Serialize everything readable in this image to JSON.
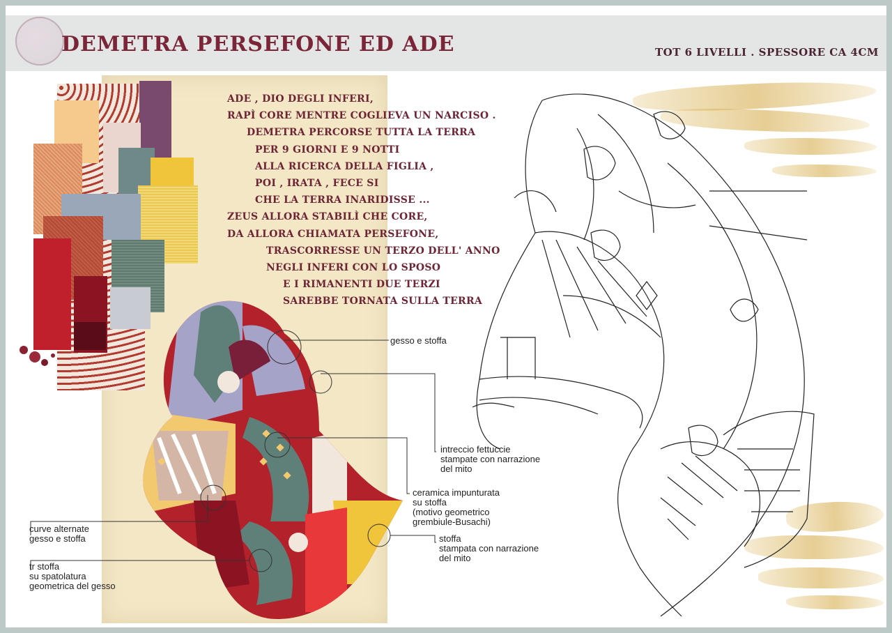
{
  "header": {
    "title": "DEMETRA PERSEFONE ED ADE",
    "subtitle": "TOT 6 LIVELLI . SPESSORE CA 4CM"
  },
  "poem": {
    "lines": [
      "ADE , DIO DEGLI INFERI,",
      "RAPÌ CORE MENTRE COGLIEVA UN NARCISO .",
      "DEMETRA PERCORSE TUTTA LA TERRA",
      "PER 9 GIORNI E 9 NOTTI",
      "ALLA RICERCA DELLA FIGLIA ,",
      "POI , IRATA , FECE SI",
      "CHE LA TERRA INARIDISSE ...",
      "ZEUS ALLORA STABILÌ CHE CORE,",
      "DA ALLORA CHIAMATA PERSEFONE,",
      "TRASCORRESSE UN TERZO DELL' ANNO",
      "NEGLI INFERI CON LO SPOSO",
      "E I RIMANENTI DUE TERZI",
      "SAREBBE TORNATA SULLA TERRA"
    ]
  },
  "annotations": {
    "gesso_stoffa": [
      "gesso e stoffa"
    ],
    "intreccio": [
      "intreccio fettuccie",
      "stampate con narrazione",
      "del mito"
    ],
    "ceramica": [
      "ceramica impunturata",
      "su stoffa",
      "(motivo  geometrico",
      " grembiule-Busachi)"
    ],
    "stoffa": [
      "stoffa",
      "stampata con narrazione",
      "del mito"
    ],
    "curve": [
      "curve alternate",
      " gesso e stoffa"
    ],
    "tr_stoffa": [
      "tr stoffa",
      "su spatolatura",
      "geometrica del gesso"
    ]
  },
  "palette": {
    "accent": "#7a2638",
    "parchment": "#f3e7c6",
    "watercolor": "#d6a94a",
    "red": "#b3212a",
    "teal": "#5e8079",
    "lavender": "#a6a3c8",
    "yellow": "#efc45a"
  }
}
